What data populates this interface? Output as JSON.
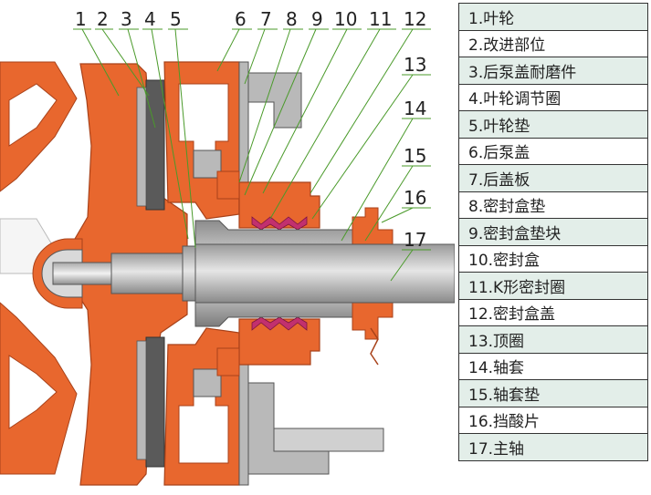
{
  "colors": {
    "orange": "#e8672e",
    "orange_dark": "#a8421a",
    "gray": "#b9b9b9",
    "gray_dark": "#5a5a5a",
    "silver": "#d9d9d9",
    "magenta": "#c2306e",
    "leader": "#4a9a2a",
    "legend_stripe": "#e3eee9"
  },
  "callouts": [
    "1",
    "2",
    "3",
    "4",
    "5",
    "6",
    "7",
    "8",
    "9",
    "10",
    "11",
    "12",
    "13",
    "14",
    "15",
    "16",
    "17"
  ],
  "legend": [
    "1.叶轮",
    "2.改进部位",
    "3.后泵盖耐磨件",
    "4.叶轮调节圈",
    "5.叶轮垫",
    "6.后泵盖",
    "7.后盖板",
    "8.密封盒垫",
    "9.密封盒垫块",
    "10.密封盒",
    "11.K形密封圈",
    "12.密封盒盖",
    "13.顶圈",
    "14.轴套",
    "15.轴套垫",
    "16.挡酸片",
    "17.主轴"
  ]
}
